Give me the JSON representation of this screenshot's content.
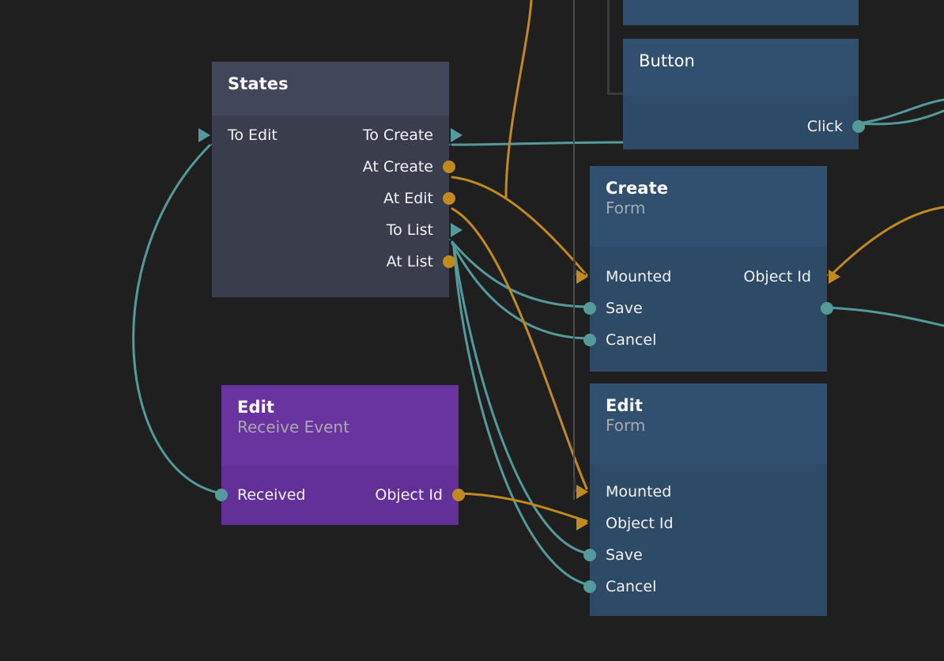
{
  "canvas": {
    "background": "#1f1f1f",
    "wire_colors": {
      "signal": "#539a9a",
      "data": "#c08a1c"
    },
    "rail_color": "#4e4e4e",
    "bracket_color": "#3b3b3b"
  },
  "nodes": [
    {
      "id": "states",
      "title": "States",
      "subtitle": "",
      "style": "n-states",
      "header_color": "#41465a",
      "body_color": "#3a3e4c",
      "inputs": [
        {
          "label": "To Edit",
          "marker": "triangle",
          "color": "#539a9a"
        }
      ],
      "outputs": [
        {
          "label": "To Create",
          "marker": "triangle",
          "color": "#539a9a"
        },
        {
          "label": "At Create",
          "marker": "dot",
          "color": "#c08a1c"
        },
        {
          "label": "At Edit",
          "marker": "dot",
          "color": "#c08a1c"
        },
        {
          "label": "To List",
          "marker": "triangle",
          "color": "#539a9a"
        },
        {
          "label": "At List",
          "marker": "dot",
          "color": "#c08a1c"
        }
      ]
    },
    {
      "id": "button",
      "title": "Button",
      "subtitle": "",
      "style": "n-blue",
      "header_color": "#31506f",
      "body_color": "#2d4a66",
      "inputs": [],
      "outputs": [
        {
          "label": "Click",
          "marker": "dot",
          "color": "#539a9a"
        }
      ]
    },
    {
      "id": "create-form",
      "title": "Create",
      "subtitle": "Form",
      "style": "n-blue",
      "header_color": "#31506f",
      "body_color": "#2d4a66",
      "inputs": [
        {
          "label": "Mounted",
          "marker": "triangle",
          "color": "#c08a1c"
        },
        {
          "label": "Save",
          "marker": "dot",
          "color": "#539a9a"
        },
        {
          "label": "Cancel",
          "marker": "dot",
          "color": "#539a9a"
        }
      ],
      "outputs": [
        {
          "label": "Object Id",
          "marker": "triangle",
          "color": "#c08a1c"
        },
        {
          "label": "",
          "marker": "dot",
          "color": "#539a9a"
        }
      ]
    },
    {
      "id": "edit-receive-event",
      "title": "Edit",
      "subtitle": "Receive Event",
      "style": "n-purple",
      "header_color": "#6a34a0",
      "body_color": "#63309a",
      "inputs": [
        {
          "label": "Received",
          "marker": "dot",
          "color": "#539a9a"
        }
      ],
      "outputs": [
        {
          "label": "Object Id",
          "marker": "dot",
          "color": "#c08a1c"
        }
      ]
    },
    {
      "id": "edit-form",
      "title": "Edit",
      "subtitle": "Form",
      "style": "n-blue",
      "header_color": "#31506f",
      "body_color": "#2d4a66",
      "inputs": [
        {
          "label": "Mounted",
          "marker": "triangle",
          "color": "#c08a1c"
        },
        {
          "label": "Object Id",
          "marker": "triangle",
          "color": "#c08a1c"
        },
        {
          "label": "Save",
          "marker": "dot",
          "color": "#539a9a"
        },
        {
          "label": "Cancel",
          "marker": "dot",
          "color": "#539a9a"
        }
      ],
      "outputs": []
    }
  ],
  "labels": {
    "states_title": "States",
    "states_in_0": "To Edit",
    "states_out_0": "To Create",
    "states_out_1": "At Create",
    "states_out_2": "At Edit",
    "states_out_3": "To List",
    "states_out_4": "At List",
    "button_title": "Button",
    "button_out_0": "Click",
    "create_title": "Create",
    "create_subtitle": "Form",
    "create_in_0": "Mounted",
    "create_in_1": "Save",
    "create_in_2": "Cancel",
    "create_out_0": "Object Id",
    "edit_event_title": "Edit",
    "edit_event_subtitle": "Receive Event",
    "edit_event_in_0": "Received",
    "edit_event_out_0": "Object Id",
    "editform_title": "Edit",
    "editform_subtitle": "Form",
    "editform_in_0": "Mounted",
    "editform_in_1": "Object Id",
    "editform_in_2": "Save",
    "editform_in_3": "Cancel"
  }
}
